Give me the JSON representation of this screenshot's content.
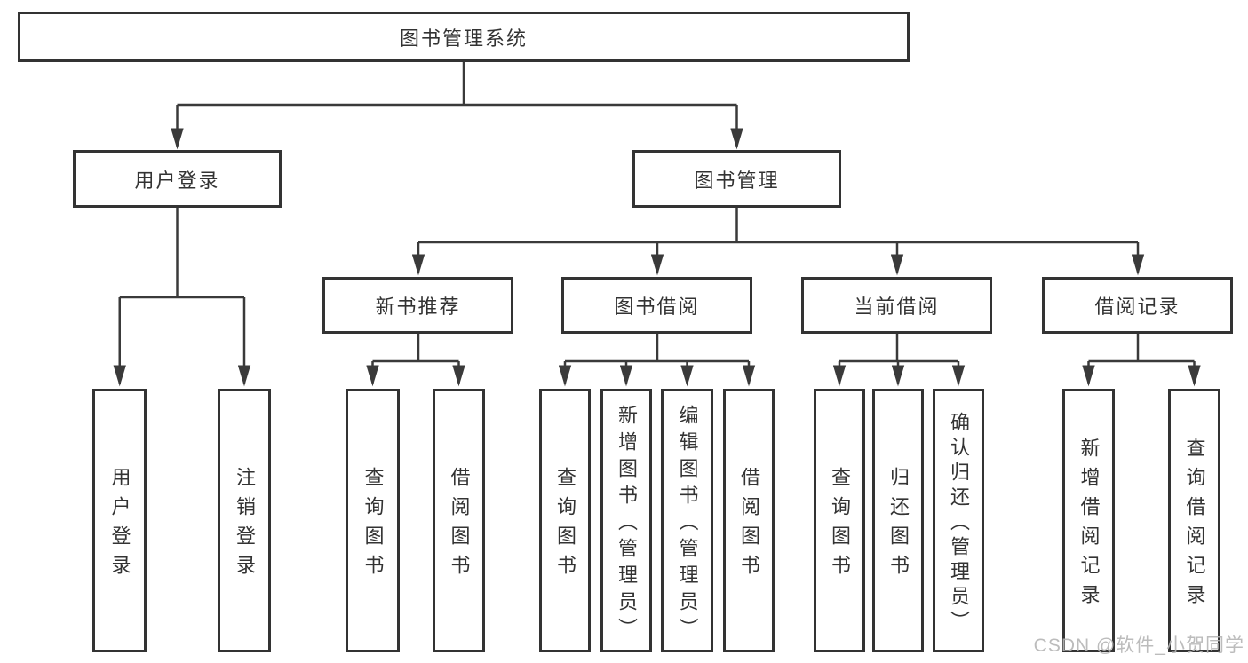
{
  "title": "图书管理系统",
  "watermark": "CSDN @软件_小贺同学",
  "colors": {
    "background": "#ffffff",
    "line": "#3a3a3a",
    "box_border": "#333333",
    "text": "#333333",
    "watermark": "#b5b5b5"
  },
  "tree": {
    "label": "图书管理系统",
    "children": [
      {
        "label": "用户登录",
        "children": [
          {
            "label": "用户登录"
          },
          {
            "label": "注销登录"
          }
        ]
      },
      {
        "label": "图书管理",
        "children": [
          {
            "label": "新书推荐",
            "children": [
              {
                "label": "查询图书"
              },
              {
                "label": "借阅图书"
              }
            ]
          },
          {
            "label": "图书借阅",
            "children": [
              {
                "label": "查询图书"
              },
              {
                "label": "新增图书（管理员）"
              },
              {
                "label": "编辑图书（管理员）"
              },
              {
                "label": "借阅图书"
              }
            ]
          },
          {
            "label": "当前借阅",
            "children": [
              {
                "label": "查询图书"
              },
              {
                "label": "归还图书"
              },
              {
                "label": "确认归还（管理员）"
              }
            ]
          },
          {
            "label": "借阅记录",
            "children": [
              {
                "label": "新增借阅记录"
              },
              {
                "label": "查询借阅记录"
              }
            ]
          }
        ]
      }
    ]
  }
}
